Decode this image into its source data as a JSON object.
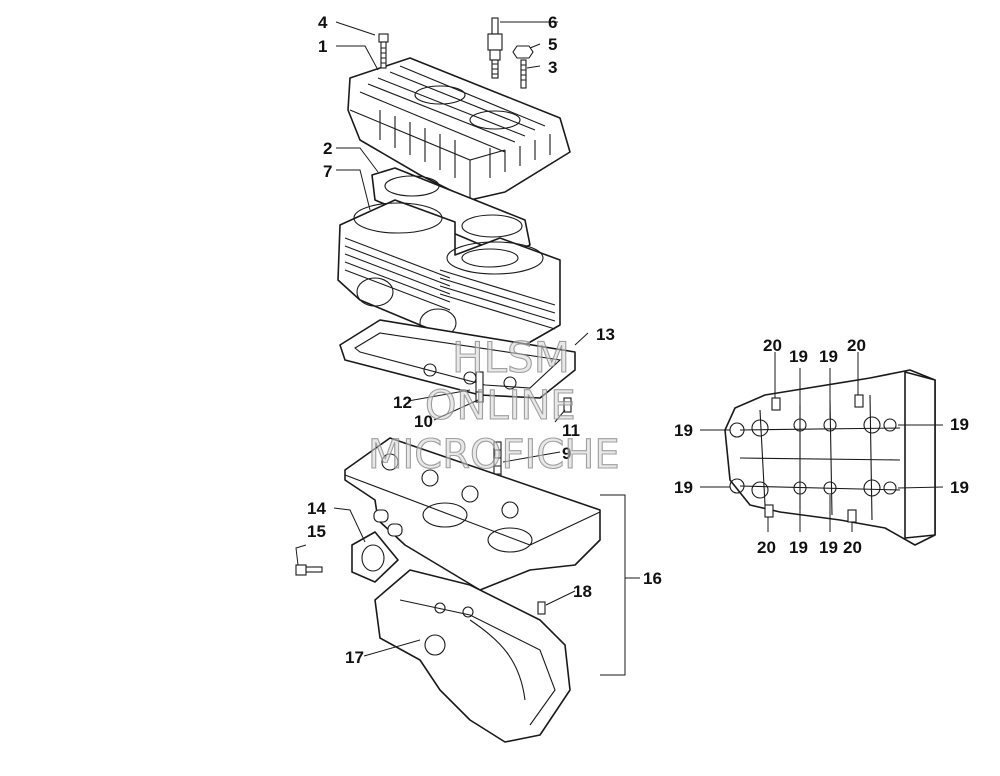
{
  "callouts": {
    "c1": "1",
    "c2": "2",
    "c3": "3",
    "c4": "4",
    "c5": "5",
    "c6": "6",
    "c7": "7",
    "c9": "9",
    "c10": "10",
    "c11": "11",
    "c12": "12",
    "c13": "13",
    "c14": "14",
    "c15": "15",
    "c16": "16",
    "c17": "17",
    "c18": "18"
  },
  "detail_callouts": {
    "c19": "19",
    "c20": "20"
  },
  "watermark": {
    "line1": "HLSM",
    "line2": "ONLINE",
    "line3": "MICROFICHE"
  }
}
